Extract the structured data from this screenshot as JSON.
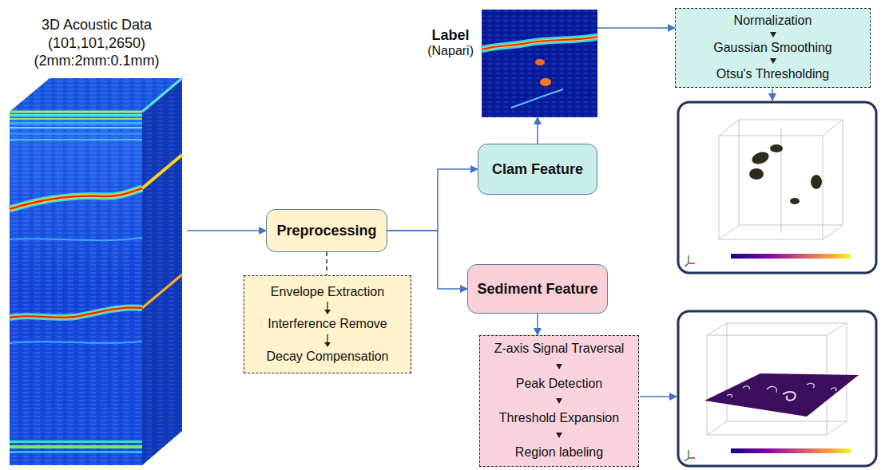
{
  "diagram": {
    "nodes": [
      {
        "text": [
          "3D Acoustic Data",
          "(101,101,2650)",
          "(2mm:2mm:0.1mm)"
        ]
      },
      {
        "text": [
          "Preprocessing"
        ]
      },
      {
        "text": [
          "Envelope Extraction",
          "Interference Remove",
          "Decay Compensation"
        ]
      },
      {
        "text": [
          "Clam Feature"
        ]
      },
      {
        "text": [
          "Sediment Feature"
        ]
      },
      {
        "text": [
          "Label",
          "(Napari)"
        ]
      },
      {
        "text": [
          "Normalization",
          "Gaussian Smoothing",
          "Otsu's Thresholding"
        ]
      },
      {
        "text": [
          "Z-axis Signal Traversal",
          "Peak Detection",
          "Threshold Expansion",
          "Region labeling"
        ]
      }
    ],
    "edges": [
      {
        "from": 0,
        "to": 1,
        "arrow": "to"
      },
      {
        "from": 1,
        "to": 2,
        "arrow": "none"
      },
      {
        "from": 1,
        "to": 3,
        "arrow": "to"
      },
      {
        "from": 1,
        "to": 4,
        "arrow": "to"
      },
      {
        "from": 3,
        "to": 5,
        "arrow": "to"
      },
      {
        "from": 5,
        "to": 6,
        "arrow": "to"
      },
      {
        "from": 4,
        "to": 7,
        "arrow": "to"
      }
    ]
  }
}
